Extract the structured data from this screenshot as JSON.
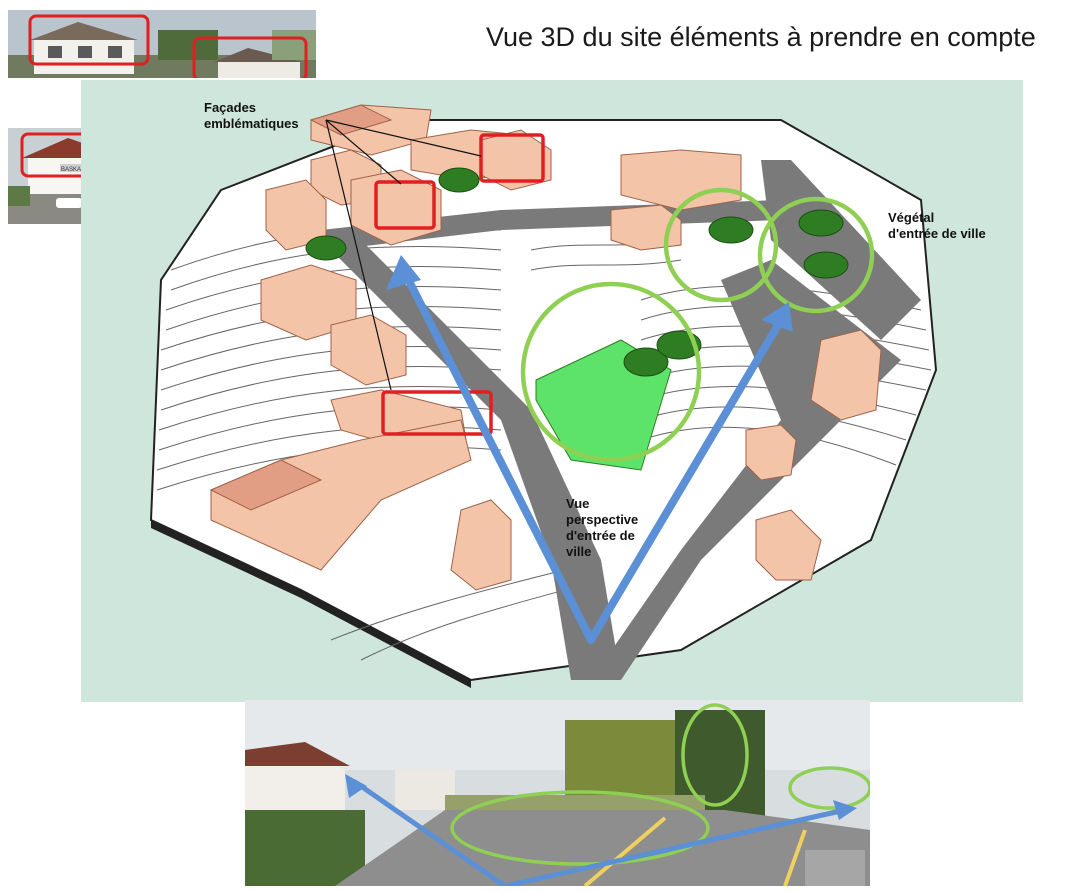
{
  "title": "Vue 3D du site éléments à prendre en compte",
  "labels": {
    "facades": [
      "Façades",
      "emblématiques"
    ],
    "vegetal": [
      "Végétal",
      "d'entrée de ville"
    ],
    "vue": [
      "Vue",
      "perspective",
      "d'entrée de",
      "ville"
    ]
  },
  "photo_sign_text": "BASKA",
  "colors": {
    "panel_bg": "#cfe6dc",
    "building": "#f4c4a8",
    "building_dark": "#e29e84",
    "road": "#7a7a7a",
    "highlight_red": "#e02020",
    "highlight_green": "#8fcf54",
    "arrow_blue": "#5b8fd6",
    "park_green": "#5ee36a",
    "tree": "#2f7d22"
  },
  "icons": [
    "tree-icon",
    "arrow-icon",
    "house-icon"
  ]
}
